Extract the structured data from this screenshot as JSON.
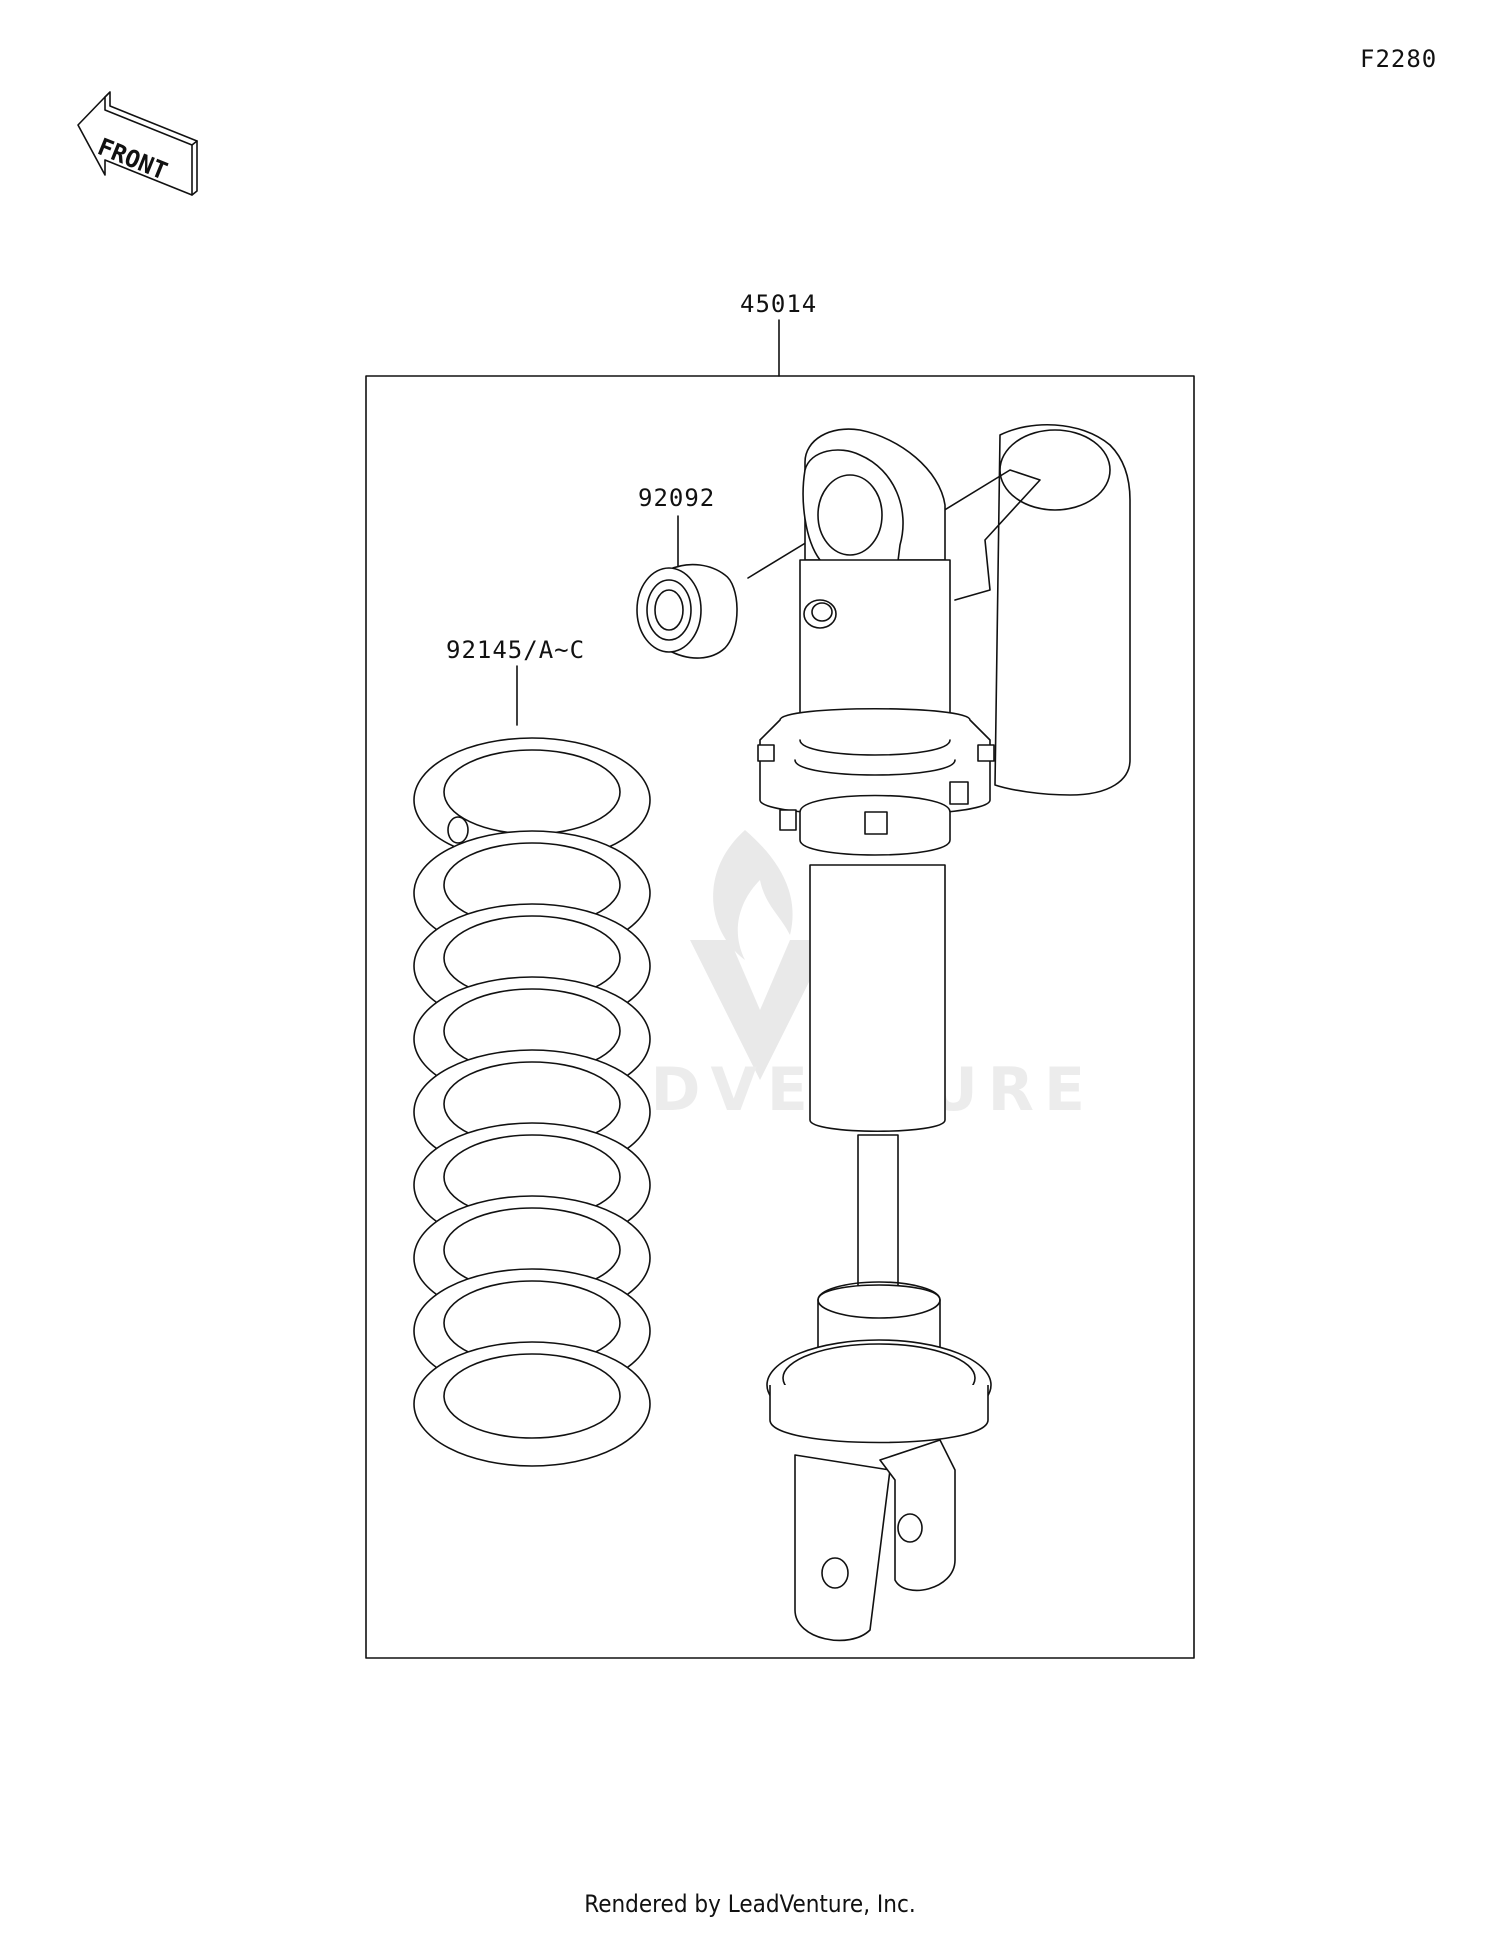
{
  "diagram": {
    "code": "F2280",
    "front_indicator": "FRONT",
    "callouts": {
      "assembly": "45014",
      "bushing": "92092",
      "spring": "92145/A~C"
    },
    "watermark": "LEADVENTURE",
    "footer": "Rendered by LeadVenture, Inc."
  }
}
